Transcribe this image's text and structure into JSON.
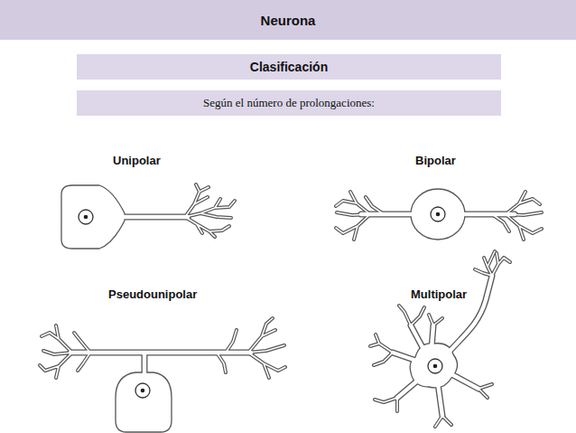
{
  "diagram": {
    "nodes": [
      {
        "text": [
          "Neurona"
        ]
      },
      {
        "text": [
          "Clasificación"
        ]
      },
      {
        "text": [
          "Según el número de prolongaciones:"
        ]
      }
    ],
    "labels": [
      "Unipolar",
      "Bipolar",
      "Pseudounipolar",
      "Multipolar"
    ]
  }
}
